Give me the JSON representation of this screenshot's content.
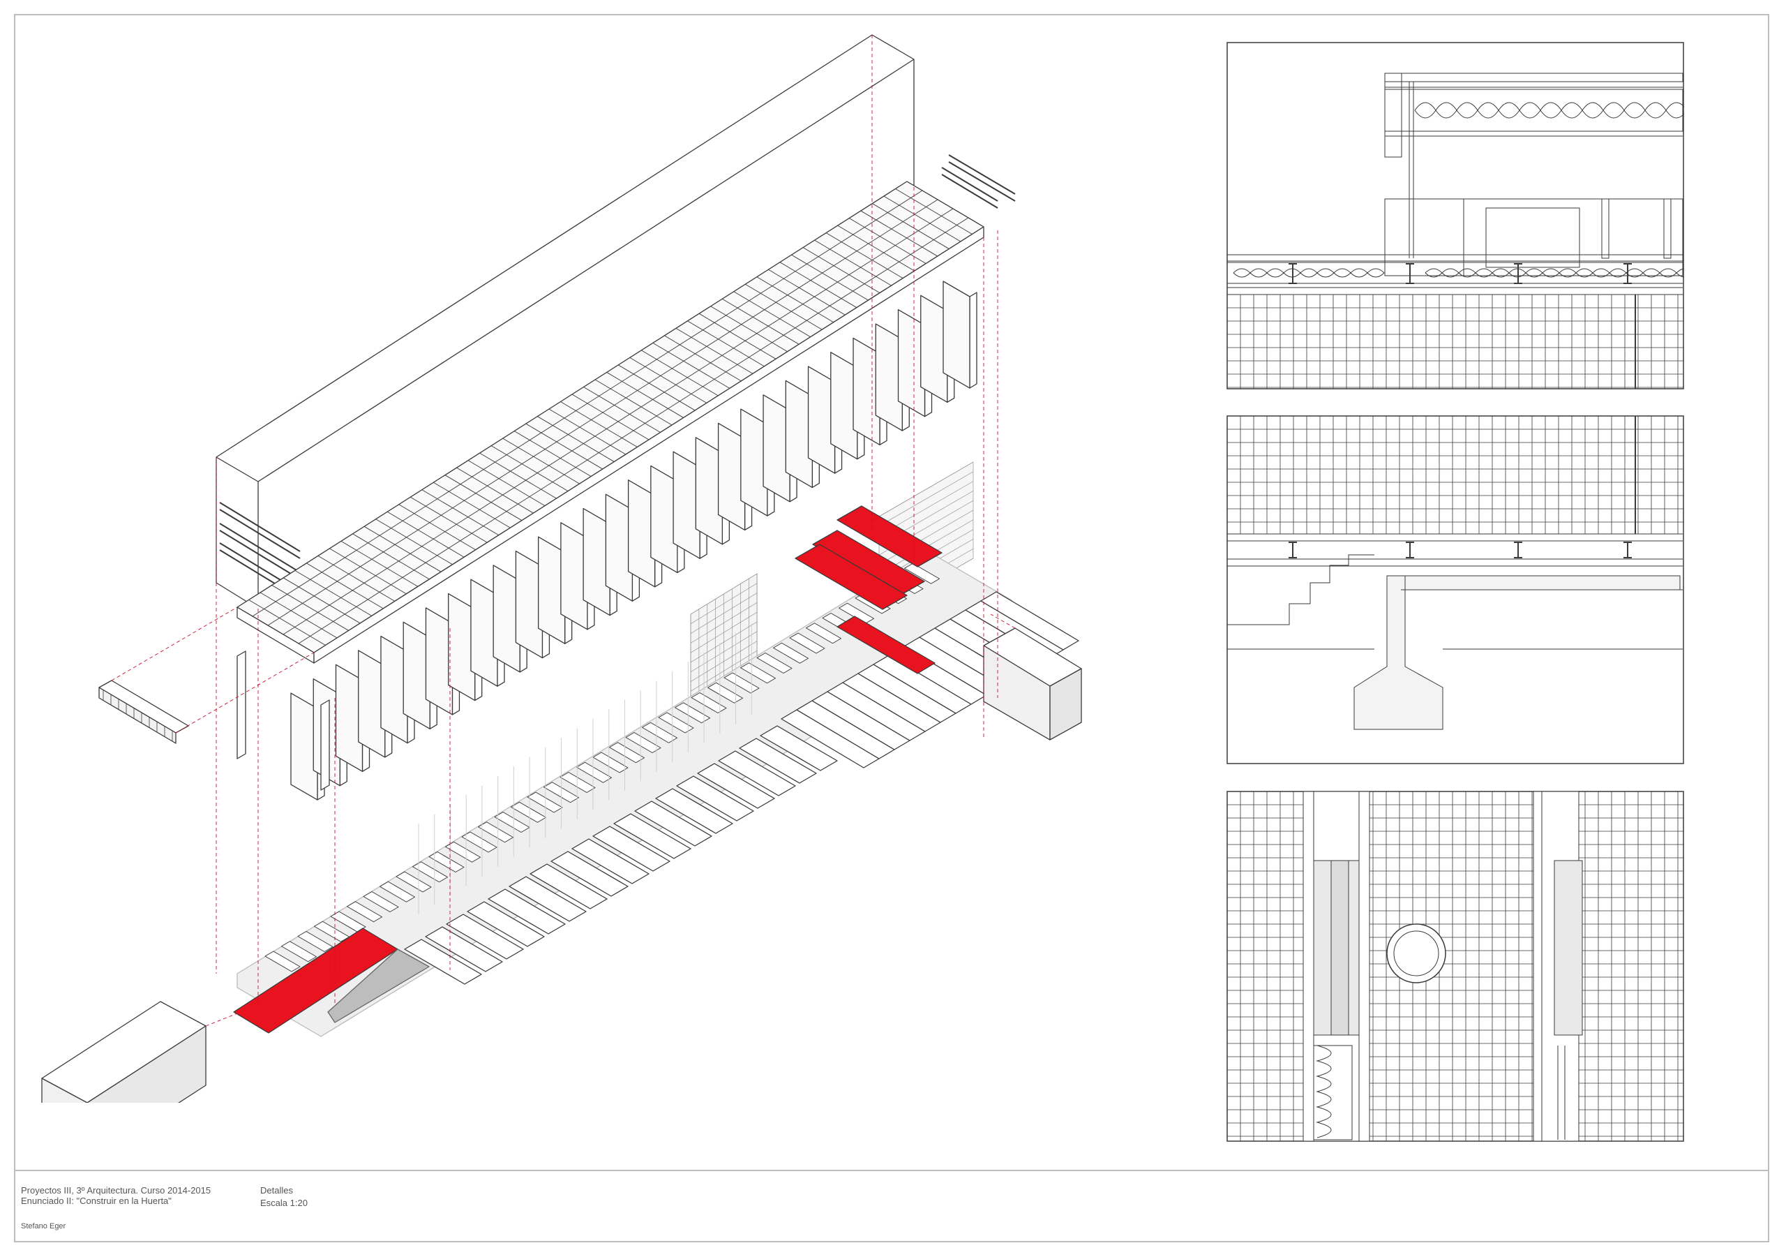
{
  "titleblock": {
    "course_line": "Proyectos III, 3º Arquitectura. Curso 2014-2015",
    "assignment_line": "Enunciado II: \"Construir en la Huerta\"",
    "author": "Stefano Eger",
    "sheet_title": "Detalles",
    "scale": "Escala 1:20"
  },
  "colors": {
    "accent": "#e8131e",
    "line": "#3a3a3a",
    "construction": "#c8102e",
    "frame": "#bdbdbd"
  }
}
